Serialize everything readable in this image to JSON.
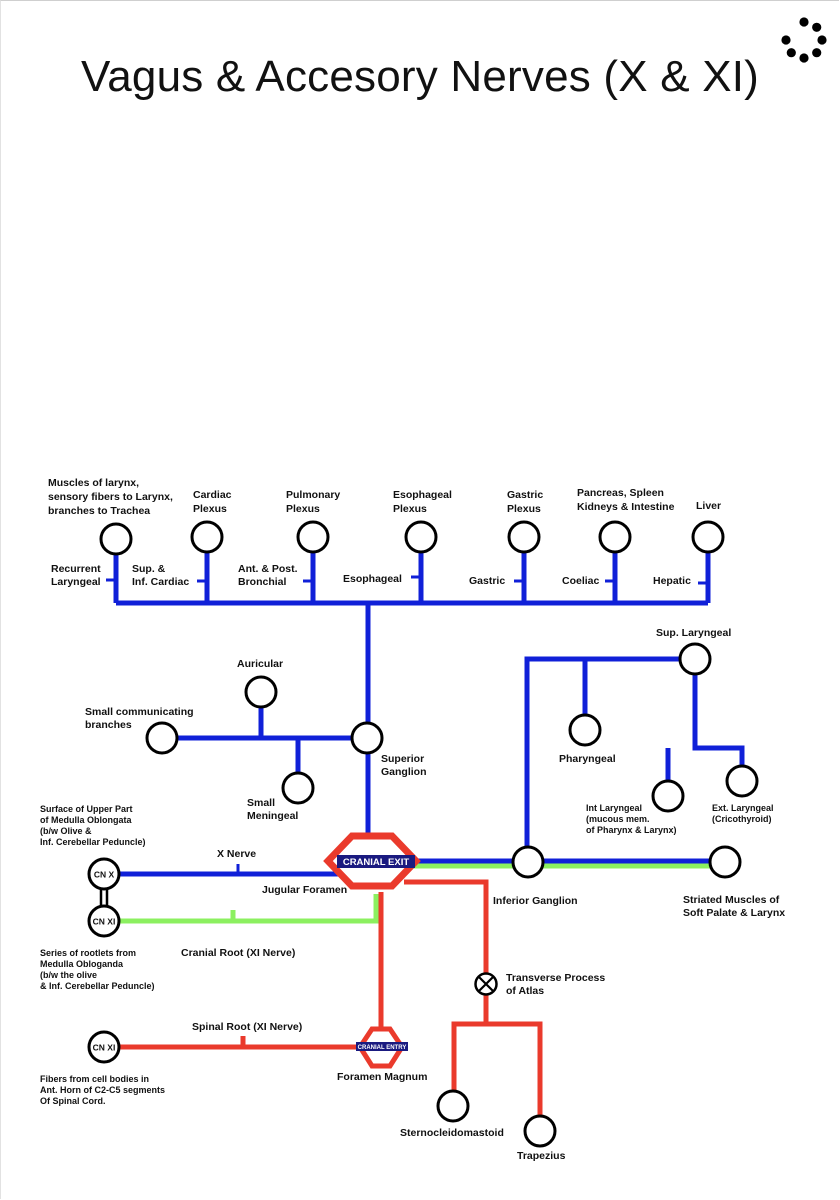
{
  "title": "Vagus & Accesory Nerves (X & XI)",
  "colors": {
    "vagus": "#1020d8",
    "cranial_root": "#8cf060",
    "spinal_root": "#ea3a2c",
    "node_fill": "#ffffff",
    "node_stroke": "#000000",
    "badge": "#1a1a80"
  },
  "badges": {
    "exit": "CRANIAL EXIT",
    "entry": "CRANIAL ENTRY"
  },
  "nodes": {
    "cn_x": "CN X",
    "cn_xi_cranial": "CN XI",
    "cn_xi_spinal": "CN XI"
  },
  "labels": {
    "larynx_muscles": [
      "Muscles of larynx,",
      "sensory fibers to Larynx,",
      "branches to Trachea"
    ],
    "cardiac_plexus": [
      "Cardiac",
      "Plexus"
    ],
    "pulmonary_plexus": [
      "Pulmonary",
      "Plexus"
    ],
    "esophageal_plexus": [
      "Esophageal",
      "Plexus"
    ],
    "gastric_plexus": [
      "Gastric",
      "Plexus"
    ],
    "pancreas": [
      "Pancreas, Spleen",
      "Kidneys & Intestine"
    ],
    "liver": [
      "Liver"
    ],
    "recurrent_laryngeal": [
      "Recurrent",
      "Laryngeal"
    ],
    "sup_inf_cardiac": [
      "Sup. &",
      "Inf. Cardiac"
    ],
    "bronchial": [
      "Ant. & Post.",
      "Bronchial"
    ],
    "esophageal": [
      "Esophageal"
    ],
    "gastric": [
      "Gastric"
    ],
    "coeliac": [
      "Coeliac"
    ],
    "hepatic": [
      "Hepatic"
    ],
    "sup_laryngeal": [
      "Sup. Laryngeal"
    ],
    "auricular": [
      "Auricular"
    ],
    "small_communicating": [
      "Small communicating",
      "branches"
    ],
    "superior_ganglion": [
      "Superior",
      "Ganglion"
    ],
    "pharyngeal": [
      "Pharyngeal"
    ],
    "small_meningeal": [
      "Small",
      "Meningeal"
    ],
    "int_laryngeal": [
      "Int Laryngeal",
      "(mucous mem.",
      "of Pharynx & Larynx)"
    ],
    "ext_laryngeal": [
      "Ext. Laryngeal",
      "(Cricothyroid)"
    ],
    "surface_medulla": [
      "Surface of Upper Part",
      "of Medulla Oblongata",
      "(b/w Olive &",
      "Inf. Cerebellar Peduncle)"
    ],
    "x_nerve": [
      "X Nerve"
    ],
    "jugular_foramen": [
      "Jugular Foramen"
    ],
    "inferior_ganglion": [
      "Inferior Ganglion"
    ],
    "striated_muscles": [
      "Striated Muscles of",
      "Soft Palate & Larynx"
    ],
    "cranial_root": [
      "Cranial Root (XI Nerve)"
    ],
    "rootlets": [
      "Series of rootlets from",
      "Medulla Obloganda",
      "(b/w the olive",
      "& Inf. Cerebellar Peduncle)"
    ],
    "transverse_process": [
      "Transverse Process",
      "of Atlas"
    ],
    "spinal_root": [
      "Spinal Root (XI Nerve)"
    ],
    "fibers_cell_bodies": [
      "Fibers from cell bodies in",
      "Ant. Horn of C2-C5 segments",
      "Of Spinal Cord."
    ],
    "foramen_magnum": [
      "Foramen Magnum"
    ],
    "sternocleidomastoid": [
      "Sternocleidomastoid"
    ],
    "trapezius": [
      "Trapezius"
    ]
  }
}
